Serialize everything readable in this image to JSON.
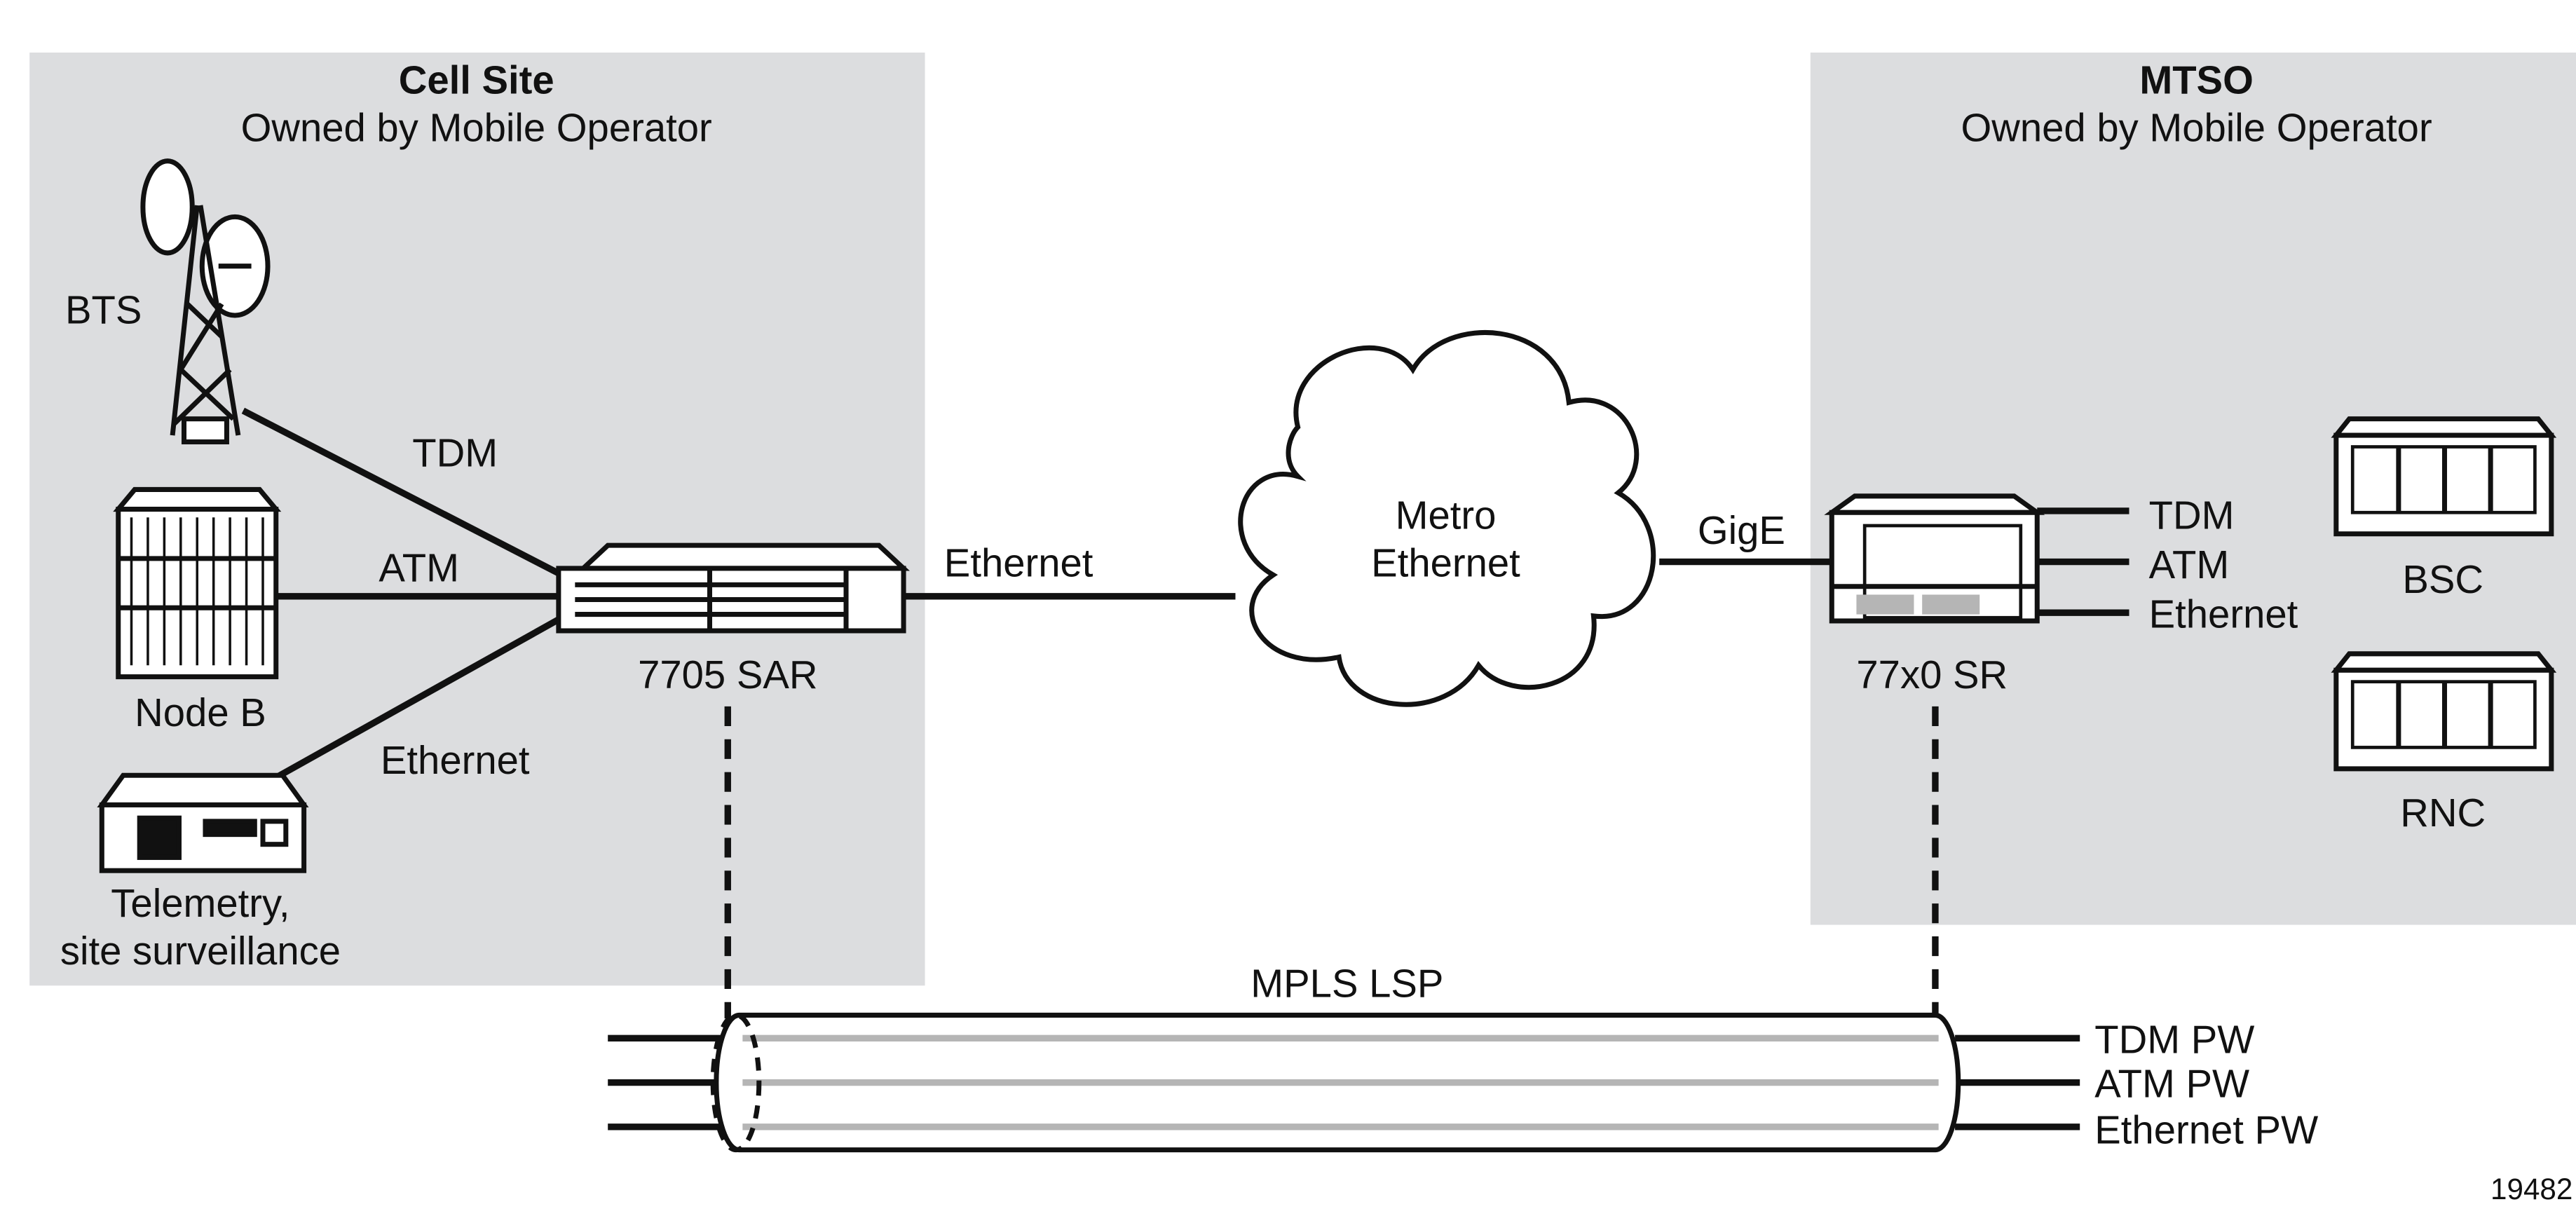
{
  "zones": {
    "cell_site": {
      "title": "Cell Site",
      "subtitle": "Owned by Mobile Operator"
    },
    "mtso": {
      "title": "MTSO",
      "subtitle": "Owned by Mobile Operator"
    }
  },
  "devices": {
    "bts": "BTS",
    "node_b": "Node B",
    "telemetry_line1": "Telemetry,",
    "telemetry_line2": "site surveillance",
    "sar": "7705 SAR",
    "sr": "77x0 SR",
    "bsc": "BSC",
    "rnc": "RNC",
    "cloud_line1": "Metro",
    "cloud_line2": "Ethernet"
  },
  "links": {
    "tdm": "TDM",
    "atm": "ATM",
    "ethernet": "Ethernet",
    "sar_uplink": "Ethernet",
    "gige": "GigE",
    "sr_tdm": "TDM",
    "sr_atm": "ATM",
    "sr_ethernet": "Ethernet"
  },
  "lsp": {
    "label": "MPLS LSP",
    "pseudowires": [
      "TDM PW",
      "ATM PW",
      "Ethernet PW"
    ]
  },
  "figure_id": "19482",
  "colors": {
    "zone_fill": "#dcdddf",
    "line": "#111111",
    "tube_stripe": "#b5b5b5"
  }
}
